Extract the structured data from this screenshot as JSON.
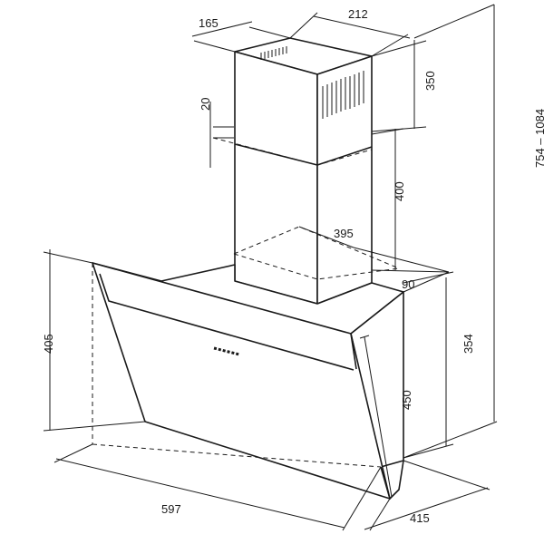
{
  "dimensions": {
    "chimney_depth": "165",
    "chimney_width": "212",
    "chimney_top_height": "350",
    "overlap": "20",
    "chimney_lower_height": "400",
    "total_height": "754 – 1084",
    "mount_width": "395",
    "wall_gap": "90",
    "body_height": "354",
    "front_height": "405",
    "glass_height": "450",
    "width": "597",
    "depth": "415"
  }
}
